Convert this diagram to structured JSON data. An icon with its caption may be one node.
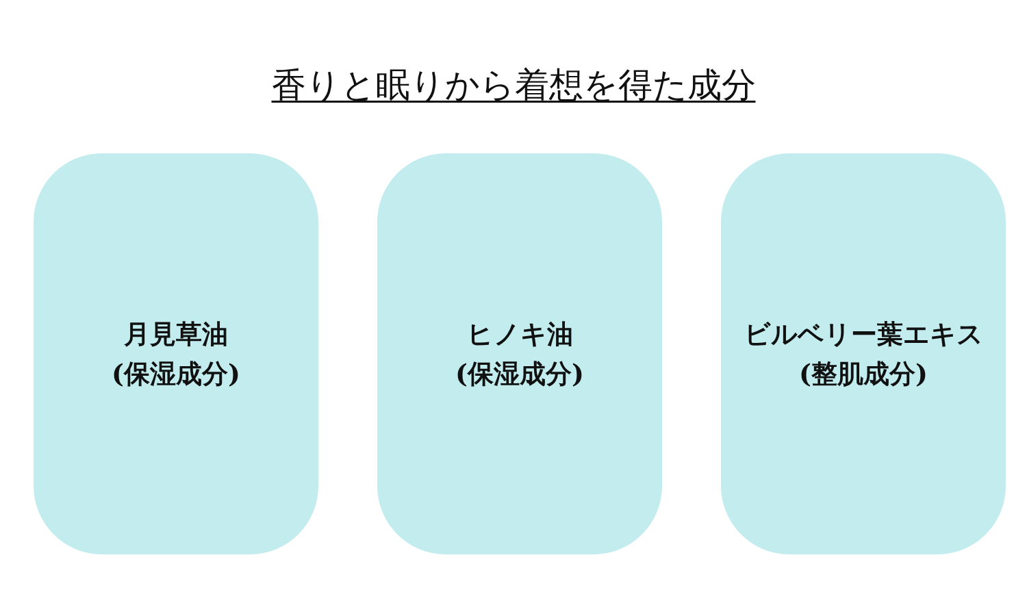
{
  "diagram": {
    "title": "香りと眠りから着想を得た成分",
    "nodes": [
      {
        "text": [
          "月見草油",
          "(保湿成分)"
        ]
      },
      {
        "text": [
          "ヒノキ油",
          "(保湿成分)"
        ]
      },
      {
        "text": [
          "ビルベリー葉エキス",
          "(整肌成分)"
        ]
      }
    ]
  }
}
